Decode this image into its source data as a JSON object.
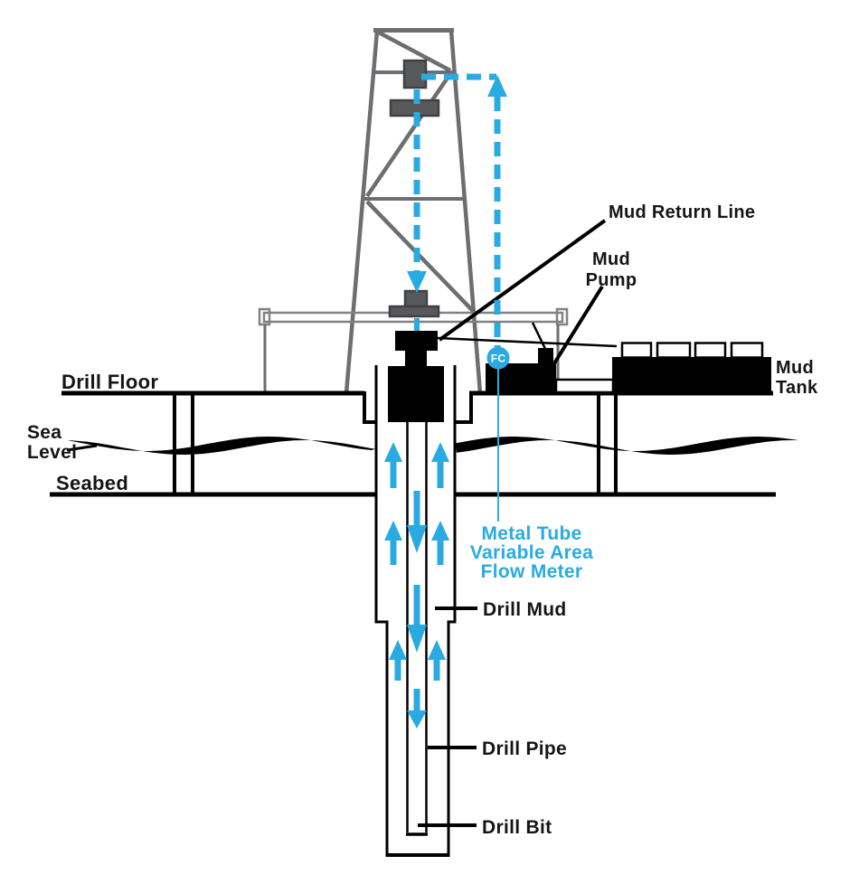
{
  "diagram": "offshore-drilling-mud-circulation",
  "colors": {
    "accent": "#29abe2",
    "structure_gray": "#6d6e71",
    "block_gray": "#58595b",
    "ink": "#151515",
    "equipment_black": "#000000"
  },
  "labels": {
    "mud_return_line": "Mud Return Line",
    "mud_pump": [
      "Mud",
      "Pump"
    ],
    "mud_tank": [
      "Mud",
      "Tank"
    ],
    "drill_floor": "Drill Floor",
    "sea_level": [
      "Sea",
      "Level"
    ],
    "seabed": "Seabed",
    "flow_meter": [
      "Metal Tube",
      "Variable Area",
      "Flow Meter"
    ],
    "drill_mud": "Drill Mud",
    "drill_pipe": "Drill Pipe",
    "drill_bit": "Drill Bit",
    "flow_computer": "FC"
  }
}
